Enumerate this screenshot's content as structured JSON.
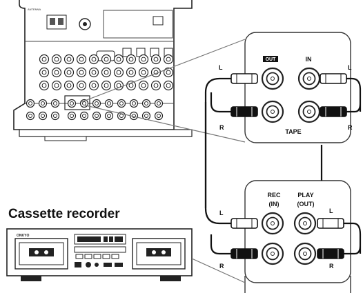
{
  "title": "Cassette recorder",
  "amp_panel": {
    "out_badge": "OUT",
    "in_label": "IN",
    "section_label": "TAPE",
    "left_label": "L",
    "right_label": "R",
    "brand_tiny": "ANTENNA"
  },
  "recorder_panel": {
    "rec_label": "REC",
    "rec_sub": "(IN)",
    "play_label": "PLAY",
    "play_sub": "(OUT)",
    "left_label": "L",
    "right_label": "R"
  },
  "recorder_front": {
    "brand": "ONKYO"
  }
}
